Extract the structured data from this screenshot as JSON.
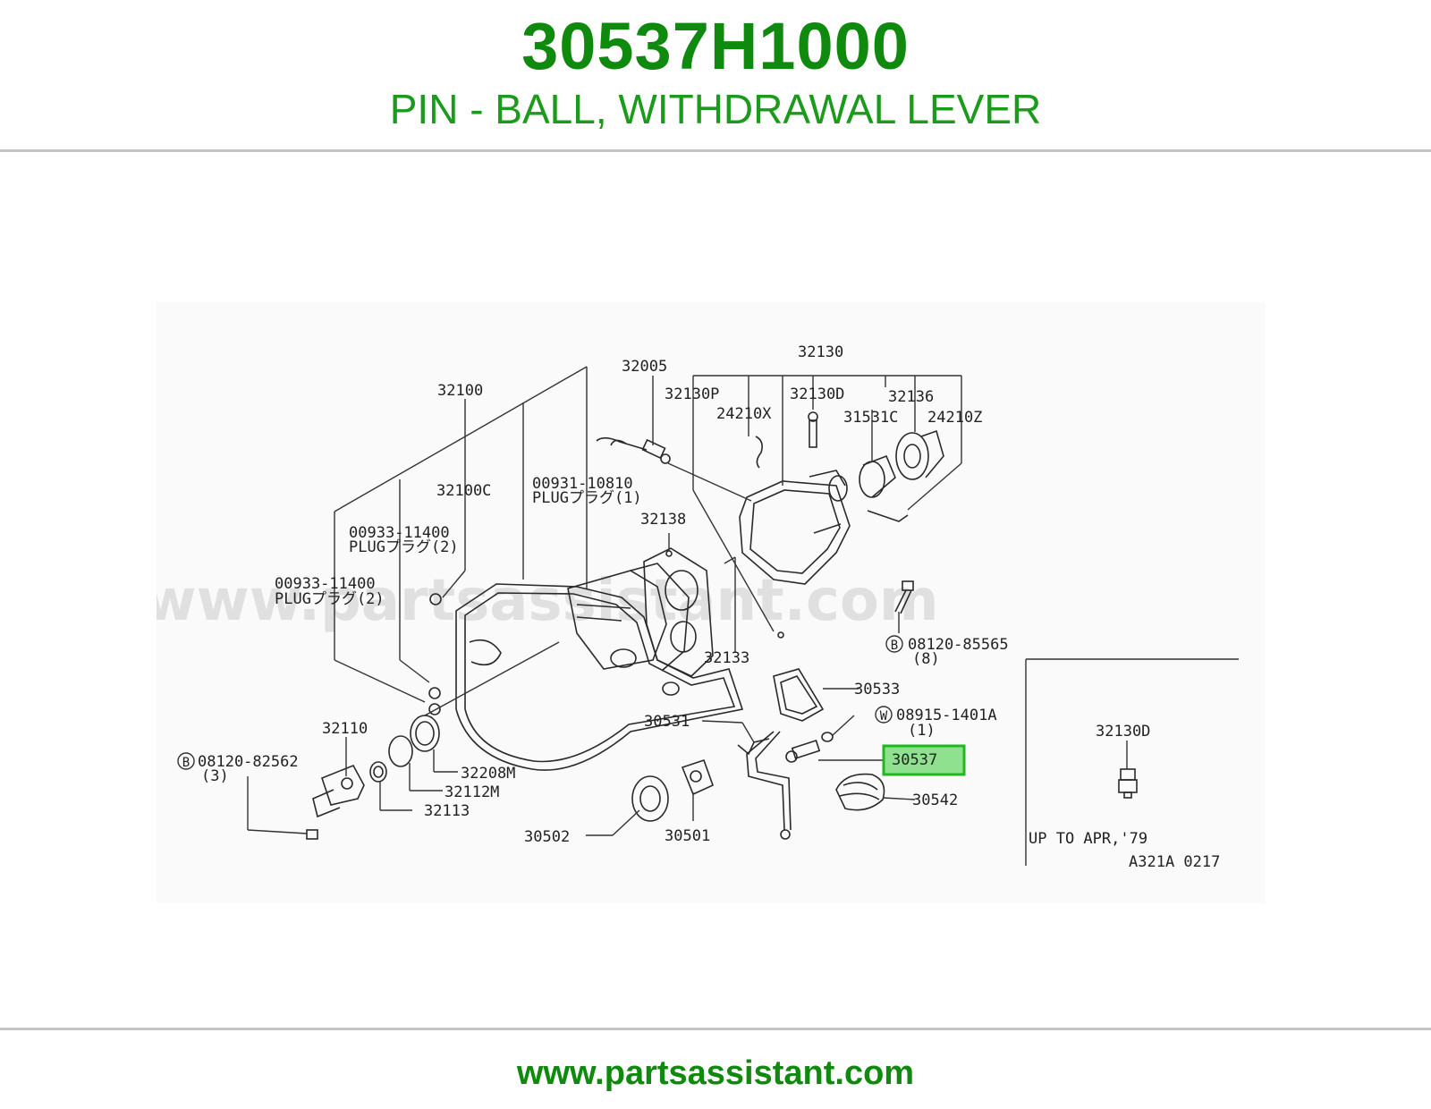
{
  "header": {
    "part_number": "30537H1000",
    "description": "PIN - BALL, WITHDRAWAL LEVER"
  },
  "watermark": "www.partsassistant.com",
  "footer": {
    "url": "www.partsassistant.com"
  },
  "colors": {
    "brand_green": "#0f8a0f",
    "highlight_fill": "#8fe08f",
    "highlight_border": "#1fb81f"
  },
  "diagram": {
    "labels": {
      "p32100": "32100",
      "p32100c": "32100C",
      "p00933_a": "00933-11400",
      "p00933_a_sub": "PLUGプラグ(2)",
      "p00933_b": "00933-11400",
      "p00933_b_sub": "PLUGプラグ(2)",
      "p00931": "00931-10810",
      "p00931_sub": "PLUGプラグ(1)",
      "p32005": "32005",
      "p32130": "32130",
      "p32130p": "32130P",
      "p24210x": "24210X",
      "p32130d": "32130D",
      "p32136": "32136",
      "p31531c": "31531C",
      "p24210z": "24210Z",
      "p32138": "32138",
      "p32133": "32133",
      "b_08120_85565": "08120-85565",
      "b_08120_85565_qty": "(8)",
      "p30533": "30533",
      "w_08915": "08915-1401A",
      "w_08915_qty": "(1)",
      "p30531": "30531",
      "p30537": "30537",
      "p30542": "30542",
      "p30502": "30502",
      "p30501": "30501",
      "p32110": "32110",
      "b_08120_82562": "08120-82562",
      "b_08120_82562_qty": "(3)",
      "p32208m": "32208M",
      "p32112m": "32112M",
      "p32113": "32113",
      "inset_part": "32130D",
      "inset_note": "UP TO APR,'79",
      "ref_code": "A321A 0217",
      "circle_b": "B",
      "circle_w": "W"
    }
  }
}
